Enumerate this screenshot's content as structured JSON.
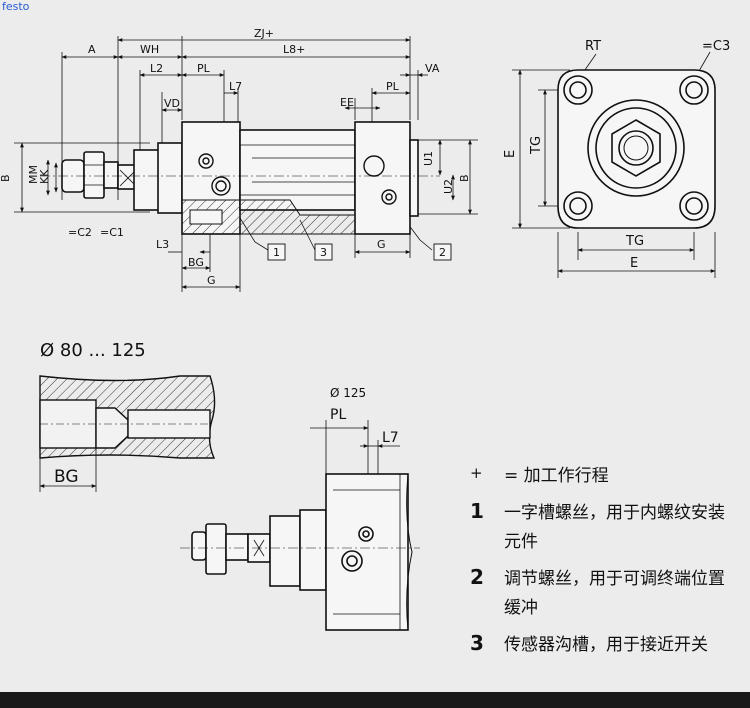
{
  "brand": "festo",
  "colors": {
    "background": "#ececec",
    "line": "#111111",
    "hatch": "#333333",
    "bottom_bar": "#1a1a1a"
  },
  "front_view": {
    "dimensions": {
      "a": "A",
      "wh": "WH",
      "zj": "ZJ+",
      "l8": "L8+",
      "l2": "L2",
      "pl": "PL",
      "l7": "L7",
      "vd": "VD",
      "va": "VA",
      "ee": "EE",
      "b": "B",
      "mm": "MM",
      "kk": "KK",
      "u1": "U1",
      "u2": "U2",
      "b_right": "B",
      "l3": "L3",
      "bg": "BG",
      "g": "G",
      "g2": "G",
      "af2": "=C2",
      "af1": "=C1"
    },
    "callouts": [
      "1",
      "3",
      "2"
    ]
  },
  "end_view": {
    "rt": "RT",
    "af3": "=C3",
    "e": "E",
    "tg": "TG",
    "tg_bottom": "TG",
    "e_bottom": "E"
  },
  "section": {
    "title": "Ø 80 ... 125",
    "bg": "BG"
  },
  "detail": {
    "diameter": "Ø 125",
    "pl": "PL",
    "l7": "L7"
  },
  "legend": [
    {
      "key": "+",
      "text": "= 加工作行程"
    },
    {
      "key": "1",
      "text": "一字槽螺丝，用于内螺纹安装元件"
    },
    {
      "key": "2",
      "text": "调节螺丝，用于可调终端位置缓冲"
    },
    {
      "key": "3",
      "text": "传感器沟槽，用于接近开关"
    }
  ]
}
